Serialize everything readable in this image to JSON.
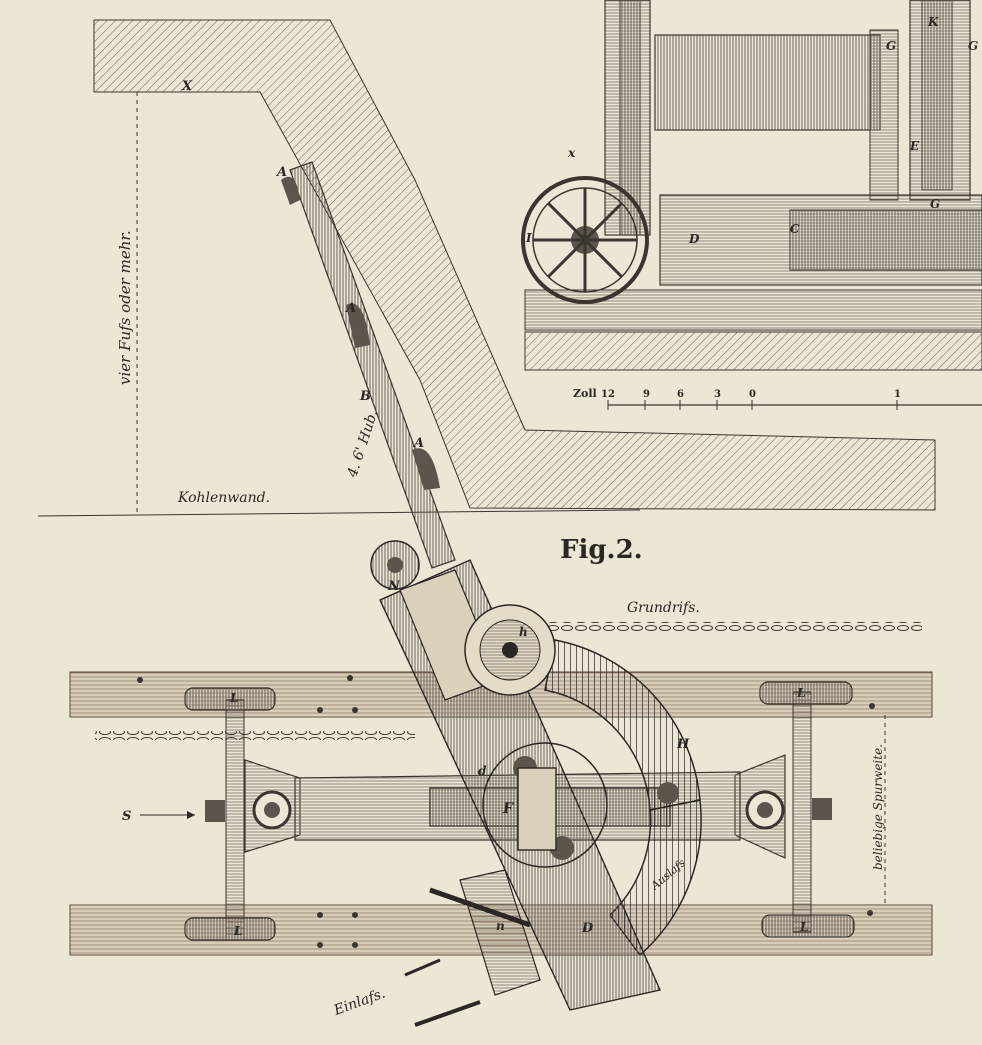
{
  "figure": {
    "title": "Fig.2.",
    "subtitle": "Grundrifs."
  },
  "labels": {
    "height_note": "vier Fufs oder mehr.",
    "coal_wall": "Kohlenwand.",
    "stroke": "4. 6' Hub.",
    "track_width": "beliebige Spurweite.",
    "inlet": "Einlafs.",
    "outlet": "Auslafs",
    "scale_unit": "Zoll",
    "scale_ticks": [
      "12",
      "9",
      "6",
      "3",
      "0",
      "1"
    ]
  },
  "letters": {
    "X": "X",
    "A1": "A",
    "A2": "A",
    "A3": "A",
    "B": "B",
    "N": "N",
    "h": "h",
    "H": "H",
    "F": "F",
    "D": "D",
    "d": "d",
    "n": "n",
    "S": "S",
    "L1": "L",
    "L2": "L",
    "L3": "L",
    "L4": "L",
    "I": "I",
    "Dtop": "D",
    "C": "C",
    "x": "x",
    "G1": "G",
    "G2": "G",
    "G3": "G",
    "K": "K",
    "E": "E"
  }
}
